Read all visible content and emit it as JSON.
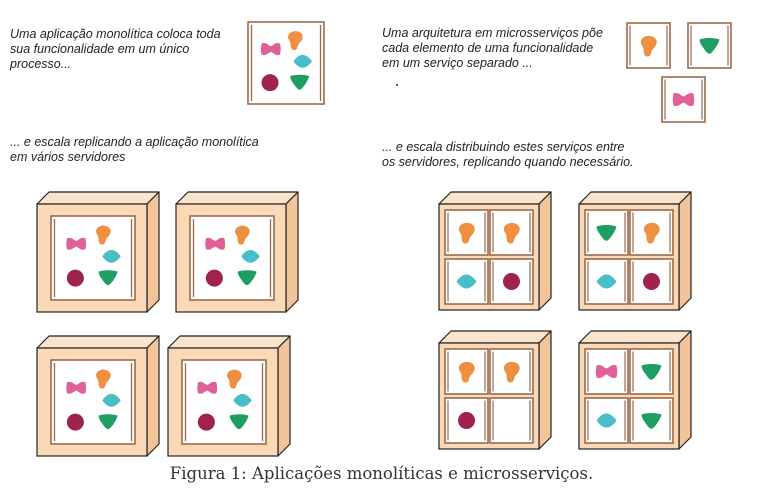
{
  "texts": {
    "monolith_intro": [
      "Uma aplicação monolítica coloca toda",
      "sua funcionalidade em um único",
      "processo..."
    ],
    "micro_intro": [
      "Uma arquitetura em microsserviços põe",
      "cada elemento de uma funcionalidade",
      "em um serviço separado ..."
    ],
    "monolith_scale": [
      "... e escala replicando a aplicação monolítica",
      "em vários servidores"
    ],
    "micro_scale": [
      "... e escala distribuindo estes serviços entre",
      "os servidores, replicando quando necessário."
    ]
  },
  "caption": "Figura 1: Aplicações monolíticas e microsserviços.",
  "colors": {
    "pink": "#e0609a",
    "orange": "#ee9040",
    "cyan": "#49bdc8",
    "maroon": "#a0224e",
    "green": "#1e9e62",
    "box_fill": "#fcd9b6",
    "box_side": "#f3c399",
    "box_top": "#fbe4cc",
    "frame": "#9a6a4e"
  },
  "shape_names": {
    "pink": "pink-bowtie-service",
    "orange": "orange-blob-service",
    "cyan": "cyan-diamond-service",
    "maroon": "maroon-circle-service",
    "green": "green-triangle-service"
  }
}
